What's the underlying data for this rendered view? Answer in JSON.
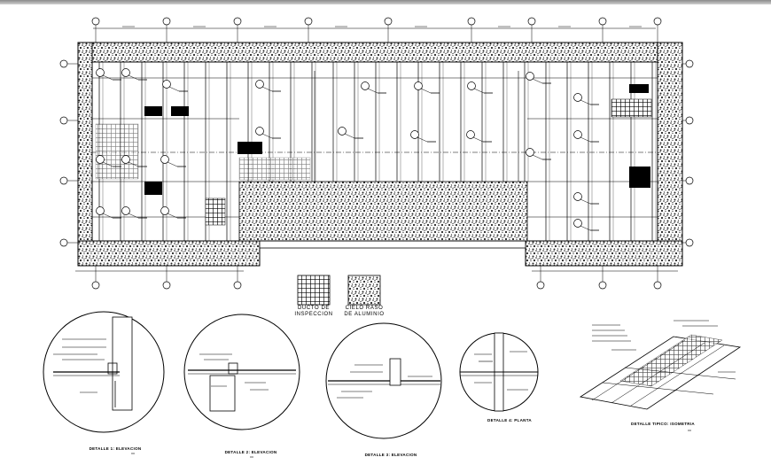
{
  "legend": {
    "inspection": [
      "DUCTO DE",
      "INSPECCION"
    ],
    "aluminum": [
      "CIELO RASO",
      "DE ALUMINIO"
    ]
  },
  "details": {
    "d1": "DETALLE 1: ELEVACION",
    "d2": "DETALLE 2: ELEVACION",
    "d3": "DETALLE 3: ELEVACION",
    "d4": "DETALLE 4: PLANTA",
    "d5": "DETALLE TIPICO: ISOMETRIA"
  },
  "colors": {
    "line": "#000000",
    "paper": "#ffffff",
    "hatch": "#1a1a1a"
  }
}
